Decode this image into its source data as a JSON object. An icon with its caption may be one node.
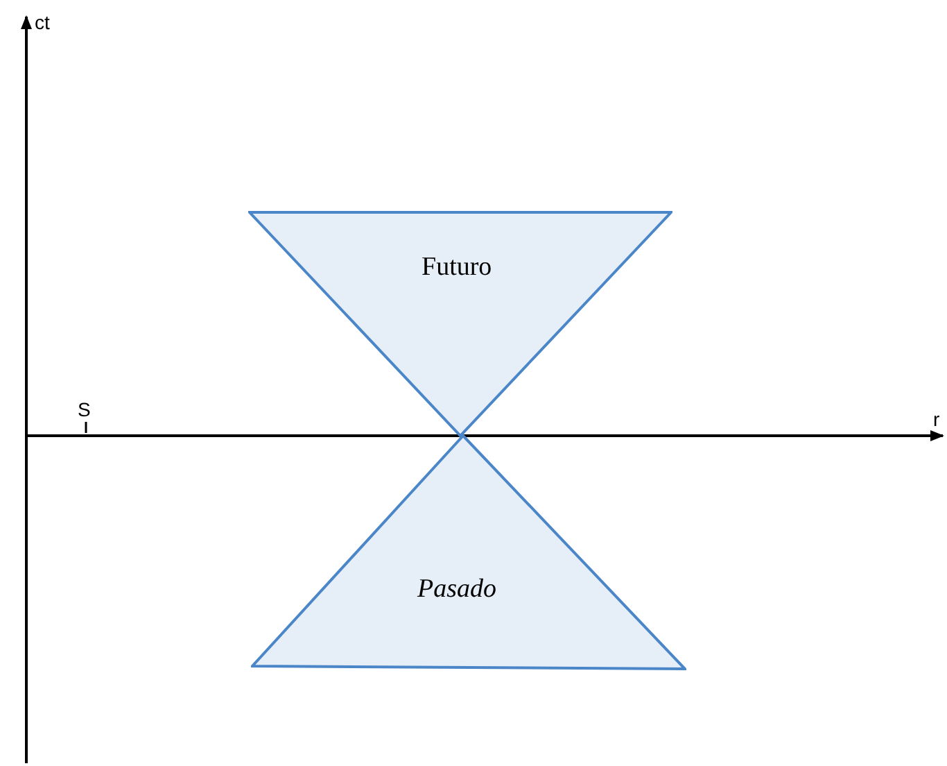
{
  "diagram": {
    "nodes": [
      {
        "text": [
          "Futuro"
        ]
      },
      {
        "text": [
          "Pasado"
        ]
      }
    ],
    "edges": [],
    "labels": [
      "ct",
      "S",
      "r"
    ]
  }
}
